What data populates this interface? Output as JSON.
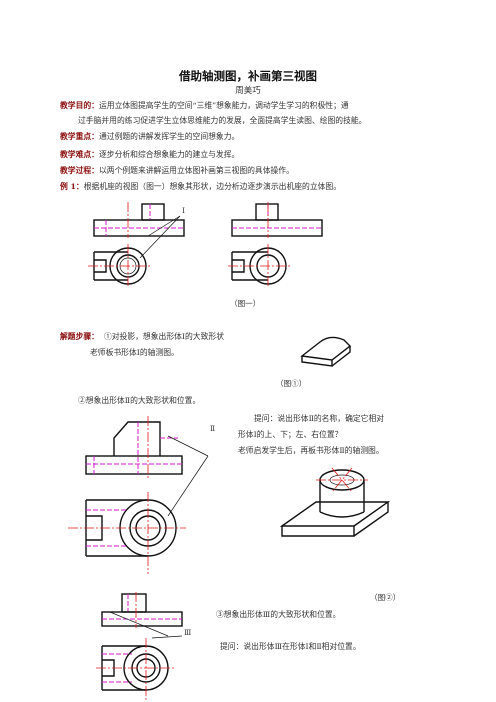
{
  "doc": {
    "title": "借助轴测图，补画第三视图",
    "author": "周美巧",
    "goal_label": "教学目的：",
    "goal_text_1": "运用立体图提高学生的空间“三维”想象能力，调动学生学习的积极性；通",
    "goal_text_2": "过手脑并用的练习促进学生立体思维能力的发展，全面提高学生读图、绘图的技能。",
    "key_label": "教学重点：",
    "key_text": "通过例题的讲解发挥学生的空间想象力。",
    "diff_label": "教学难点：",
    "diff_text": "逐步分析和综合想象能力的建立与发挥。",
    "proc_label": "教学过程：",
    "proc_text": "以两个例题来讲解运用立体图补画第三视图的具体操作。",
    "ex_label": "例 1：",
    "ex_text": "根据机座的视图（图一）想象其形状，边分析边逐步演示出机座的立体图。",
    "fig1_caption": "（图一）",
    "fig1_marker": "Ⅰ",
    "steps_label": "解题步骤：",
    "step1_text": "①对投影，想象出形体Ⅰ的大致形状",
    "step1_sub": "老师板书形体Ⅰ的轴测图。",
    "fig_c1_caption": "（图①）",
    "step2_text": "②想象出形体Ⅱ的大致形状和位置。",
    "ask_1": "提问：说出形体Ⅱ的名称，确定它相对",
    "ask_2": "形体Ⅰ的上、下；左、右位置？",
    "ask_3": "老师启发学生后，再板书形体Ⅱ的轴测图。",
    "fig2_marker": "Ⅱ",
    "fig_c2_caption": "（图②）",
    "step3_text": "③想象出形体Ⅲ的大致形状和位置。",
    "fig3_marker": "Ⅲ",
    "ask_4": "提问：说出形体Ⅲ在形体Ⅰ和Ⅱ相对位置。"
  }
}
